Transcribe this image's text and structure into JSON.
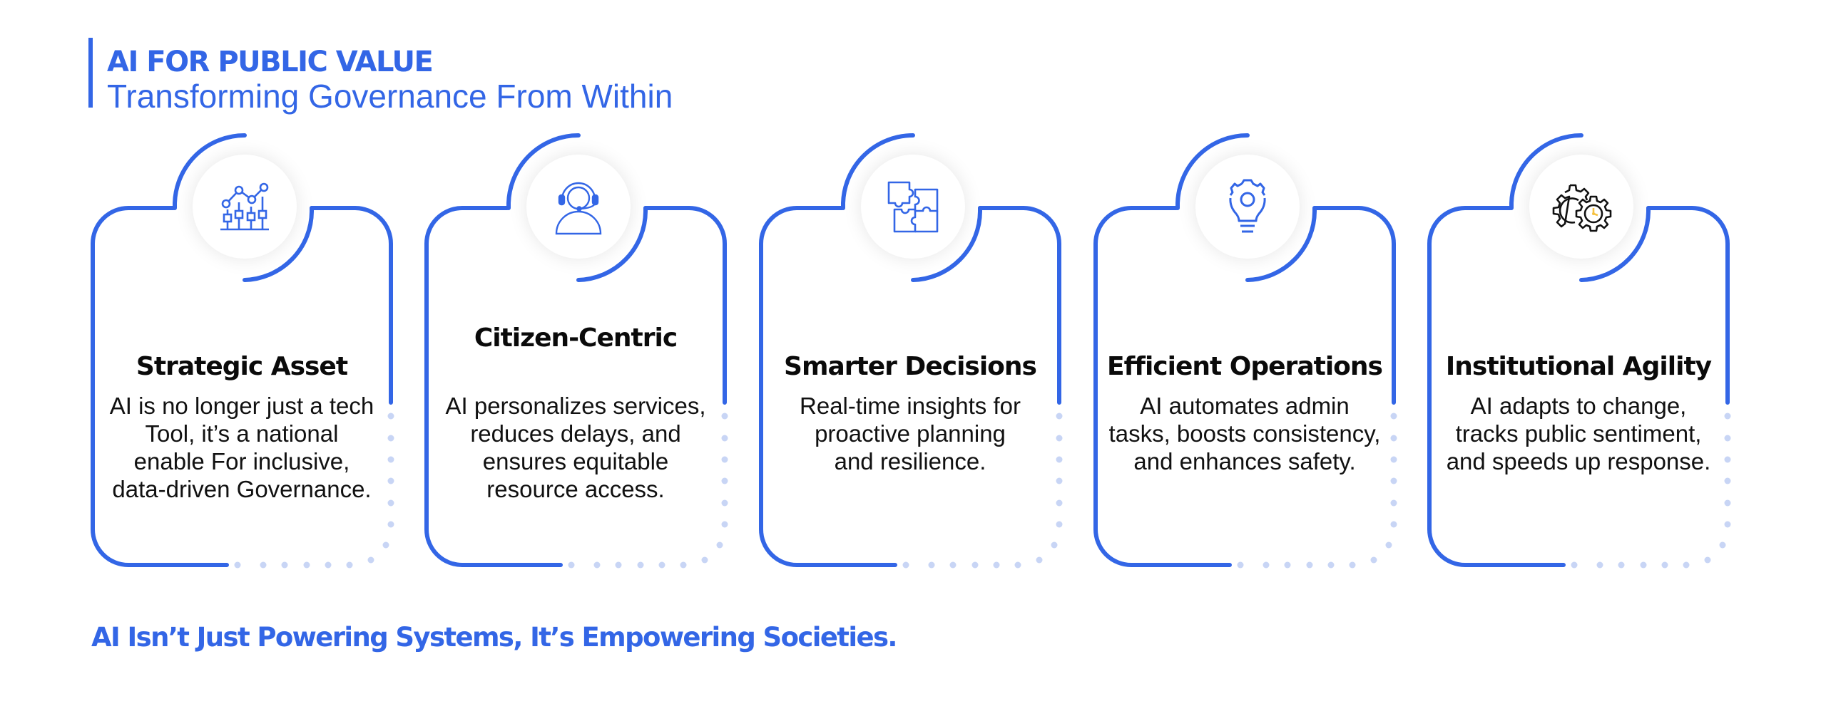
{
  "header": {
    "title": "AI FOR PUBLIC VALUE",
    "subtitle": "Transforming Governance From Within"
  },
  "colors": {
    "accent": "#3366e6",
    "dots": "#c8d5f5",
    "text": "#111111",
    "icon_highlight": "#f5c242"
  },
  "cards": [
    {
      "icon": "chart-analytics-icon",
      "title": "Strategic Asset",
      "description_lines": [
        "AI is no longer just a tech",
        "Tool, it’s a national",
        "enable For inclusive,",
        "data-driven Governance."
      ]
    },
    {
      "icon": "customer-support-headset-icon",
      "title": "Citizen-Centric",
      "description_lines": [
        "AI personalizes services,",
        "reduces delays, and",
        "ensures equitable",
        "resource access."
      ]
    },
    {
      "icon": "puzzle-icon",
      "title": "Smarter Decisions",
      "description_lines": [
        "Real-time insights for",
        "proactive planning",
        "and resilience."
      ]
    },
    {
      "icon": "lightbulb-gear-icon",
      "title": "Efficient Operations",
      "description_lines": [
        "AI automates admin",
        "tasks, boosts consistency,",
        "and enhances safety."
      ]
    },
    {
      "icon": "gears-clock-icon",
      "title": "Institutional Agility",
      "description_lines": [
        "AI adapts to change,",
        "tracks public sentiment,",
        "and speeds up response."
      ]
    }
  ],
  "footer": {
    "tagline": "AI Isn’t Just Powering Systems, It’s Empowering Societies."
  }
}
